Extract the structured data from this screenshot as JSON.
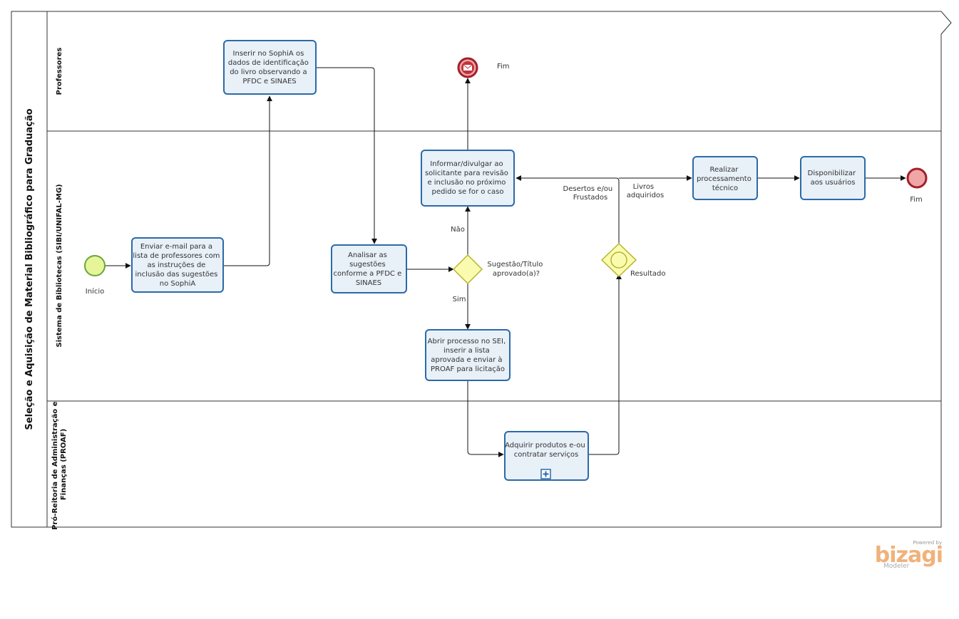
{
  "pool": {
    "label": "Seleção e Aquisição de Material Bibliográfico para Graduação"
  },
  "lanes": [
    {
      "label": "Professores"
    },
    {
      "label": "Sistema de Bibliotecas (SIBI/UNIFAL-MG)"
    },
    {
      "label_lines": [
        "Pró-Reitoria de Administração e",
        "Finanças (PROAF)"
      ]
    }
  ],
  "tasks": {
    "enviar_email": [
      "Enviar e-mail para a",
      "lista de professores com",
      "as instruções de",
      "inclusão das sugestões",
      "no SophiA"
    ],
    "inserir_sophia": [
      "Inserir no SophiA os",
      "dados de identificação",
      "do livro observando a",
      "PFDC e SINAES"
    ],
    "analisar": [
      "Analisar as",
      "sugestões",
      "conforme a PFDC e",
      "SINAES"
    ],
    "informar": [
      "Informar/divulgar ao",
      "solicitante para revisão",
      "e inclusão no próximo",
      "pedido se for o caso"
    ],
    "abrir_processo": [
      "Abrir processo no SEI,",
      "inserir a lista",
      "aprovada e enviar à",
      "PROAF  para licitação"
    ],
    "adquirir": [
      "Adquirir produtos e-ou",
      "contratar serviços"
    ],
    "realizar": [
      "Realizar",
      "processamento",
      "técnico"
    ],
    "disponibilizar": [
      "Disponibilizar",
      "aos usuários"
    ]
  },
  "events": {
    "start": "Início",
    "end_message": "Fim",
    "end_final": "Fim"
  },
  "gateways": {
    "sugestao": [
      "Sugestão/Título",
      "aprovado(a)?"
    ],
    "resultado": "Resultado"
  },
  "flows": {
    "nao": "Não",
    "sim": "Sim",
    "desertos": [
      "Desertos e/ou",
      "Frustados"
    ],
    "livros": [
      "Livros",
      "adquiridos"
    ]
  },
  "branding": {
    "powered_by": "Powered by",
    "logo": "bizagi",
    "product": "Modeler"
  },
  "colors": {
    "task_fill": "#e8f0f8",
    "task_stroke": "#2c6aa8",
    "start_fill": "#e6f59a",
    "start_stroke": "#6ba539",
    "end_fill": "#f0a6a6",
    "end_stroke": "#a3202b",
    "gateway_fill": "#fbfbb0",
    "gateway_stroke": "#b5b52e"
  }
}
